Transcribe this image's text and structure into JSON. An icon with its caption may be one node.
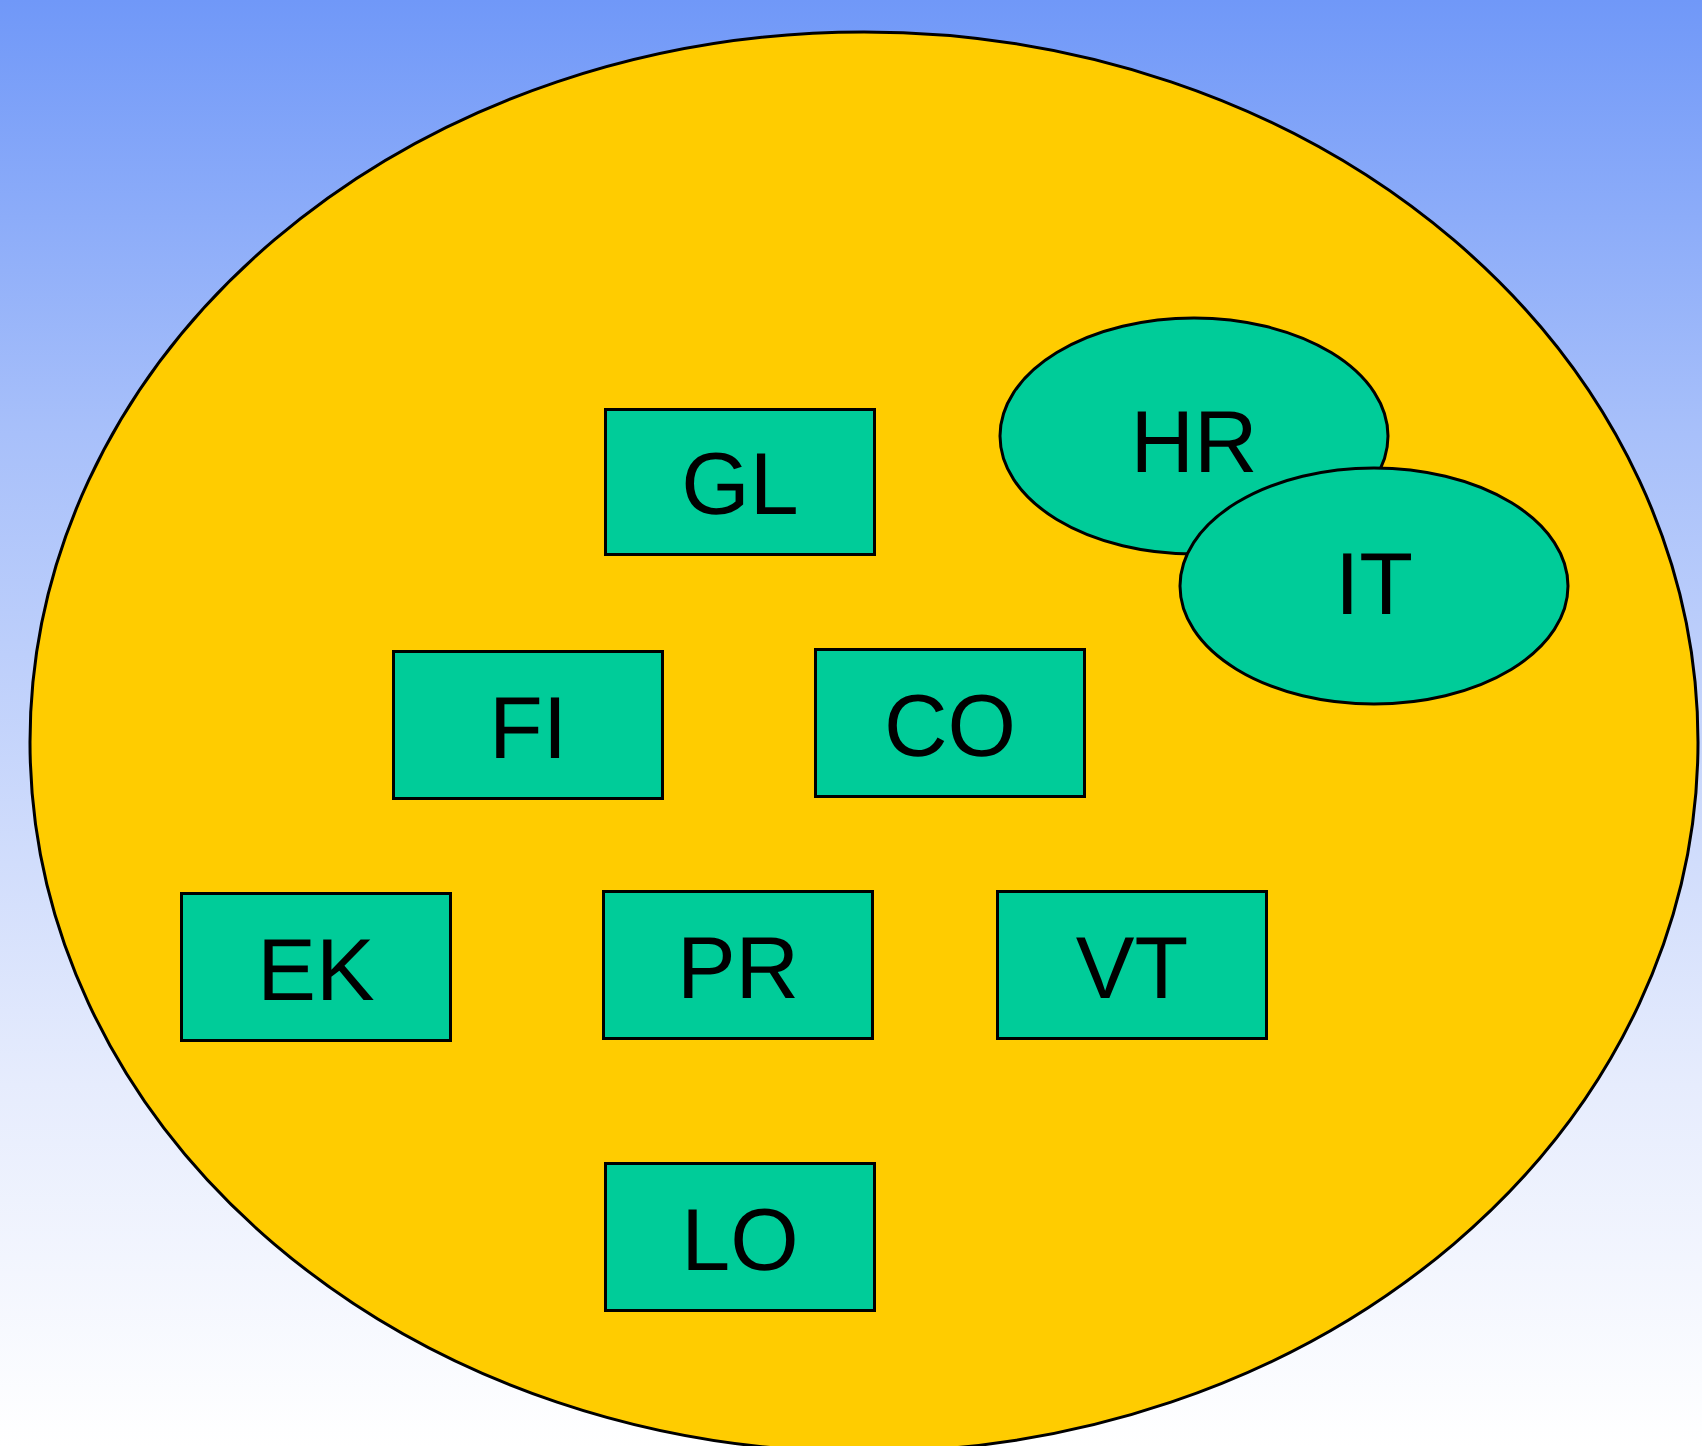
{
  "diagram": {
    "nodes": [
      {
        "text": [],
        "shape": "circle"
      },
      {
        "text": [
          "GL"
        ],
        "in": 0
      },
      {
        "text": [
          "HR"
        ],
        "in": 0
      },
      {
        "text": [
          "IT"
        ],
        "in": 0
      },
      {
        "text": [
          "FI"
        ],
        "in": 0
      },
      {
        "text": [
          "CO"
        ],
        "in": 0
      },
      {
        "text": [
          "EK"
        ],
        "in": 0
      },
      {
        "text": [
          "PR"
        ],
        "in": 0
      },
      {
        "text": [
          "VT"
        ],
        "in": 0
      },
      {
        "text": [
          "LO"
        ],
        "in": 0
      }
    ]
  }
}
